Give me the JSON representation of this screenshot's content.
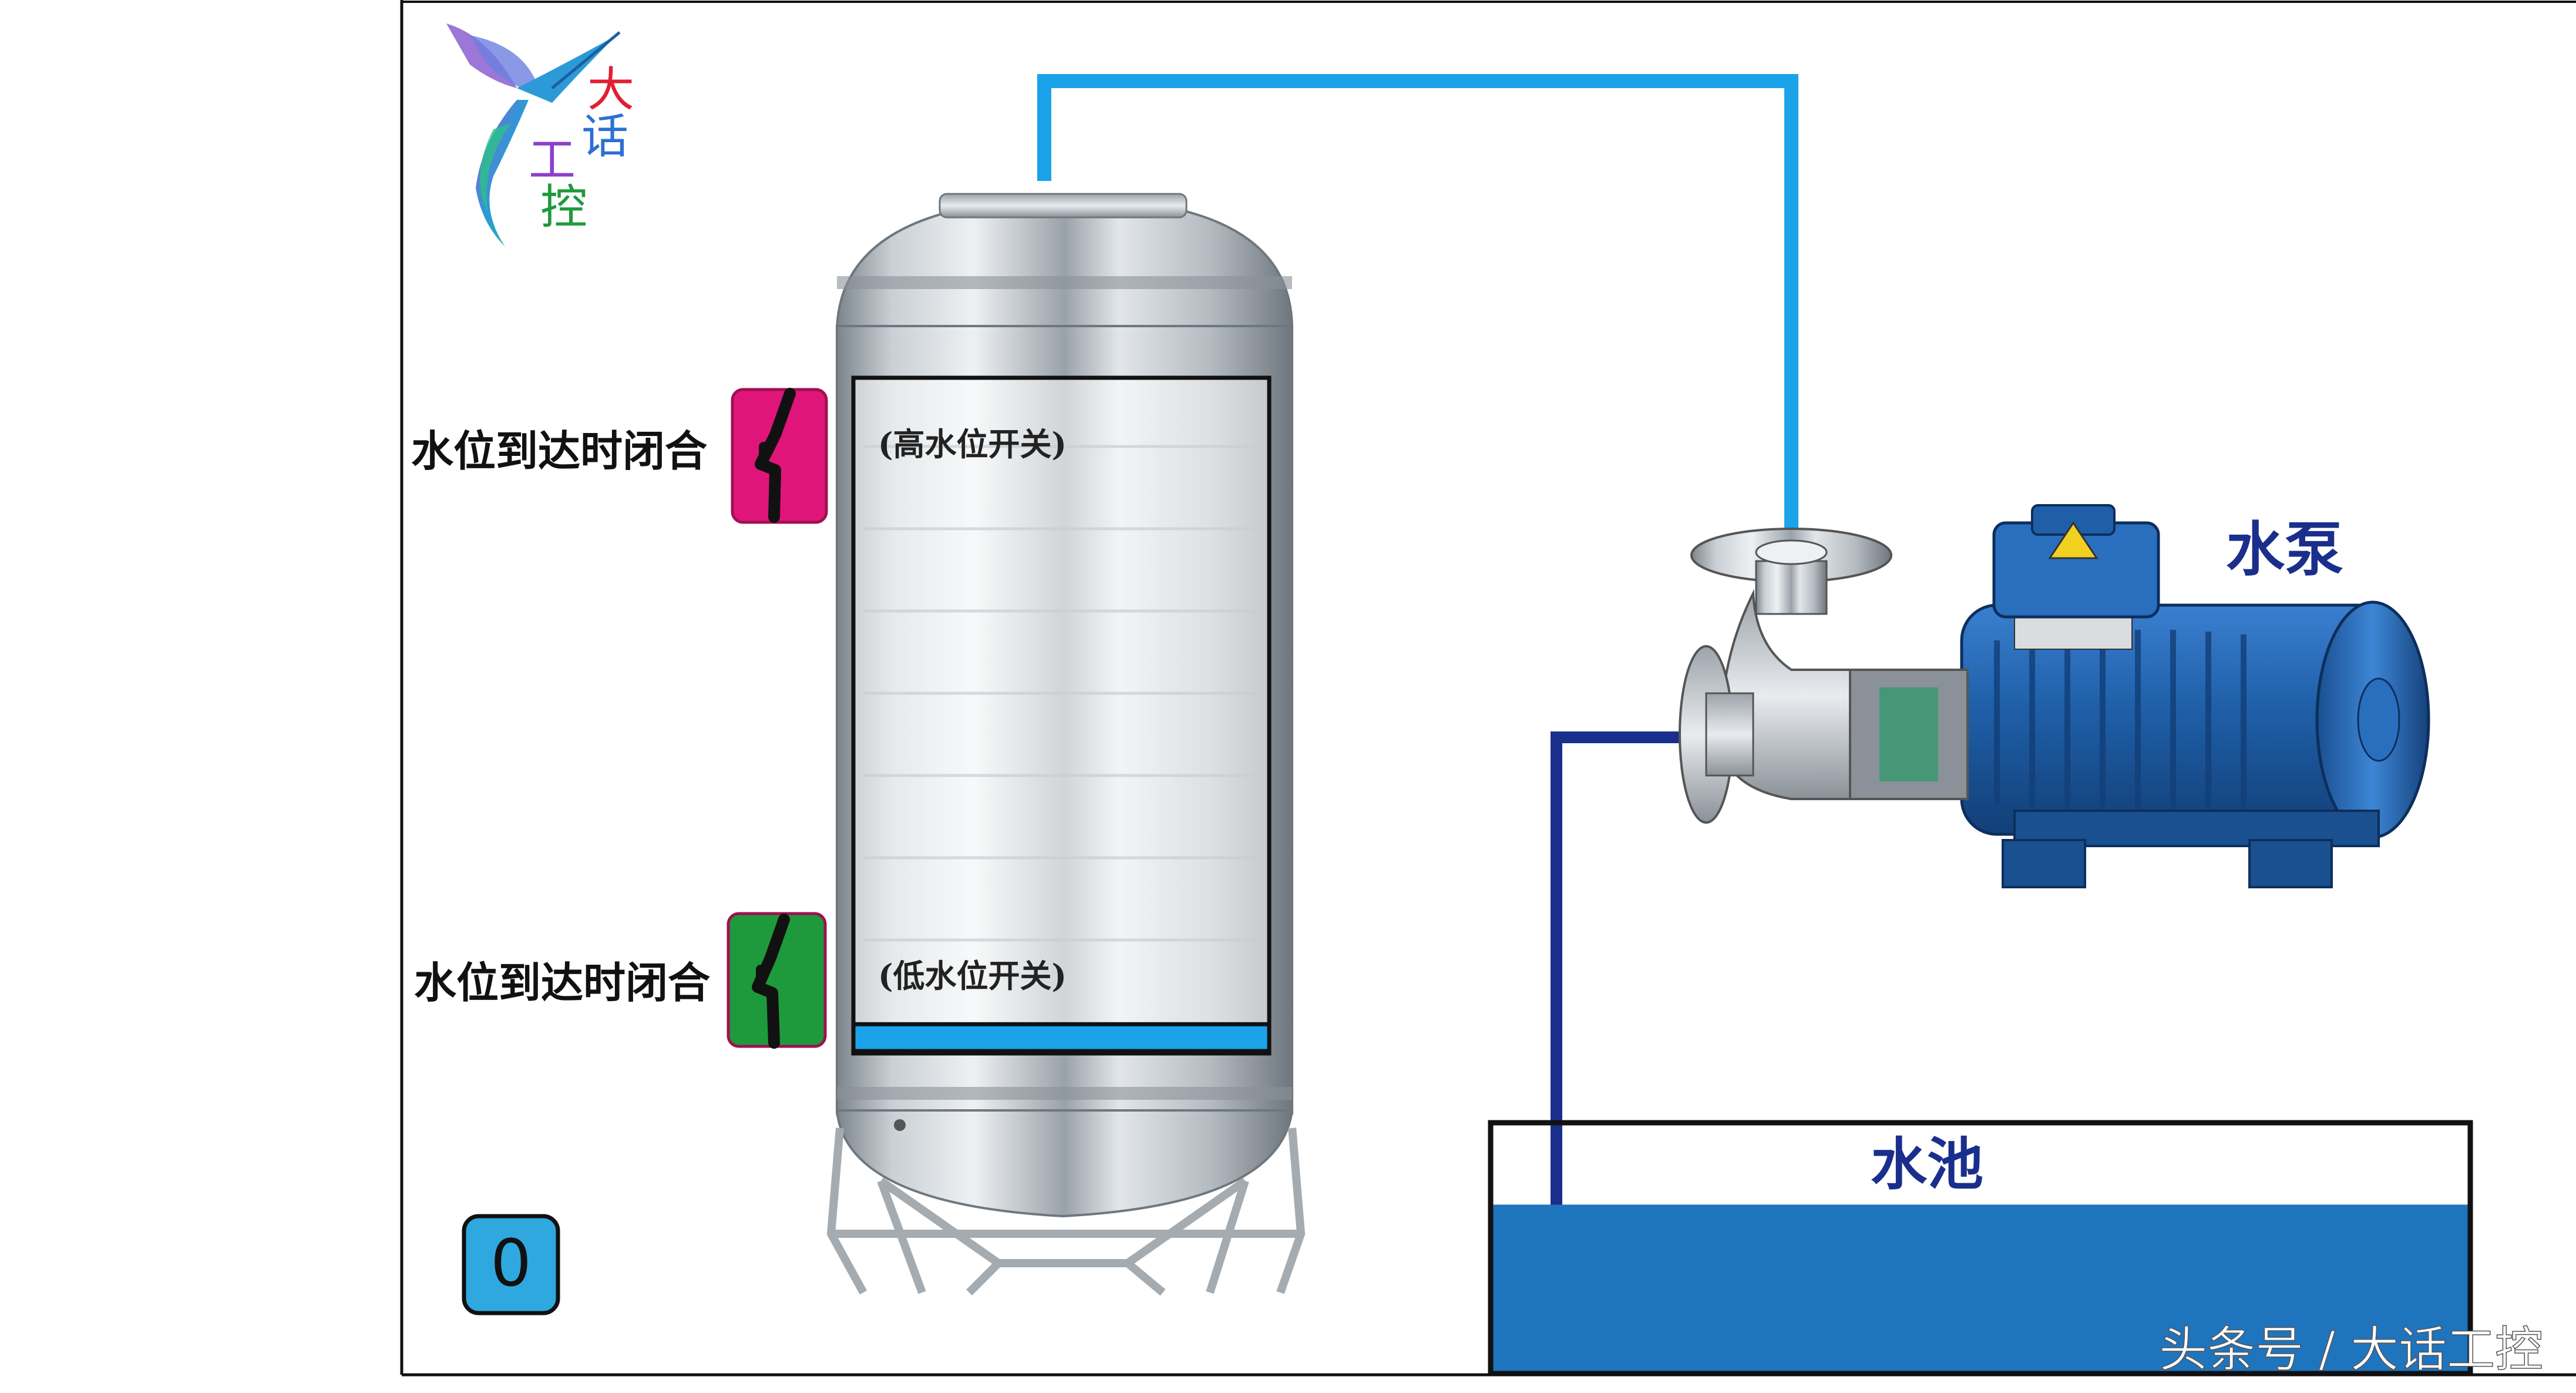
{
  "logo": {
    "chars": [
      "大",
      "话",
      "工",
      "控"
    ]
  },
  "tank": {
    "high_switch": {
      "side_label": "水位到达时闭合",
      "inner_label": "(高水位开关)",
      "color": "#E0157A"
    },
    "low_switch": {
      "side_label": "水位到达时闭合",
      "inner_label": "(低水位开关)",
      "color": "#1E9A3C"
    },
    "water_level": 0.04,
    "water_color": "#1AA3E8"
  },
  "pump": {
    "label": "水泵",
    "color": "#1F5FA8"
  },
  "pool": {
    "label": "水池",
    "water_color": "#1F74BE",
    "water_level": 0.68
  },
  "counter": {
    "value": "0",
    "color": "#2FA8E0"
  },
  "pipes": {
    "outlet_color": "#1AA3E8",
    "inlet_color": "#1A2F8C"
  },
  "watermark": "头条号 / 大话工控"
}
